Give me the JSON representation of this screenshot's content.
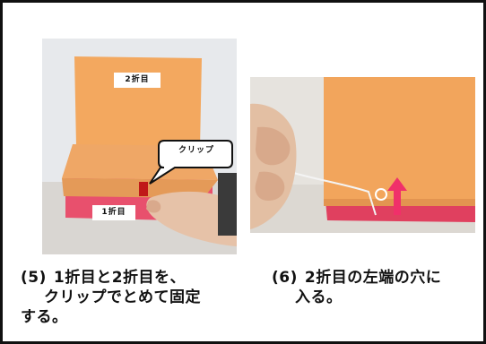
{
  "photo1": {
    "label_second_fold": "2折目",
    "label_first_fold": "1折目",
    "callout": "クリップ"
  },
  "step5": {
    "number": "(5)",
    "line1": "1折目と2折目を、",
    "line2": "クリップでとめて固定",
    "line3": "する。"
  },
  "step6": {
    "number": "(6)",
    "line1": "2折目の左端の穴に",
    "line2": "入る。"
  },
  "colors": {
    "paper_orange": "#f2a55c",
    "paper_pink": "#e84a6a",
    "arrow_pink": "#f0306a",
    "clip_red": "#c01818"
  }
}
